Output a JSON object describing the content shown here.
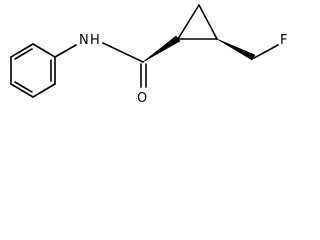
{
  "molecule": {
    "atoms": {
      "nitrogen": "N",
      "hydrogen": "H",
      "oxygen": "O",
      "fluorine": "F"
    },
    "colors": {
      "bond": "#000000",
      "background": "#ffffff"
    }
  }
}
